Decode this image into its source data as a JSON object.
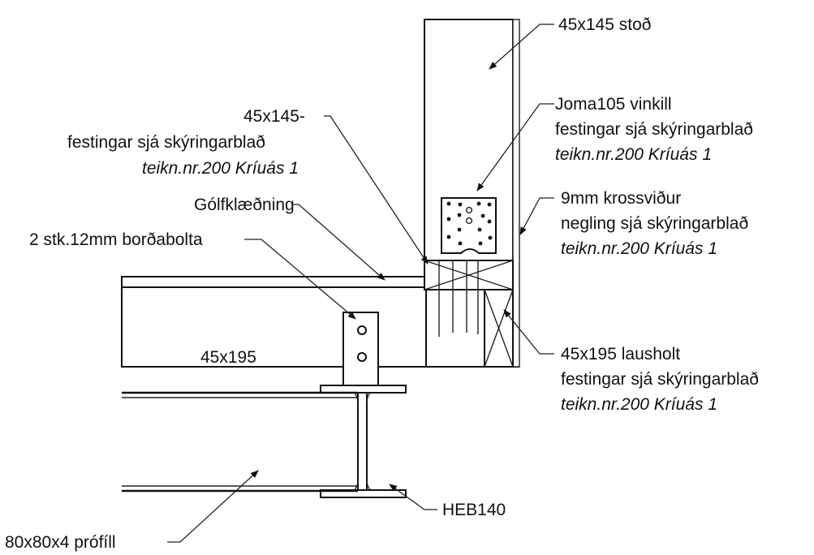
{
  "labels": {
    "stod": "45x145 stoð",
    "stod_detail": "45x145-",
    "festingar_1": "festingar sjá skýringarblað",
    "teikn_1": "teikn.nr.200 Kríuás 1",
    "joma_title": "Joma105 vinkill",
    "festingar_2": "festingar sjá skýringarblað",
    "teikn_2": "teikn.nr.200 Kríuás 1",
    "golf": "Gólfklæðning",
    "krossvidur": "9mm krossviður",
    "negling": "negling sjá skýringarblað",
    "teikn_3": "teikn.nr.200 Kríuás 1",
    "bolts": "2 stk.12mm borðabolta",
    "joist": "45x195",
    "lausholt": "45x195 lausholt",
    "festingar_4": "festingar sjá skýringarblað",
    "teikn_4": "teikn.nr.200 Kríuás 1",
    "heb": "HEB140",
    "profill": "80x80x4 prófíll"
  }
}
